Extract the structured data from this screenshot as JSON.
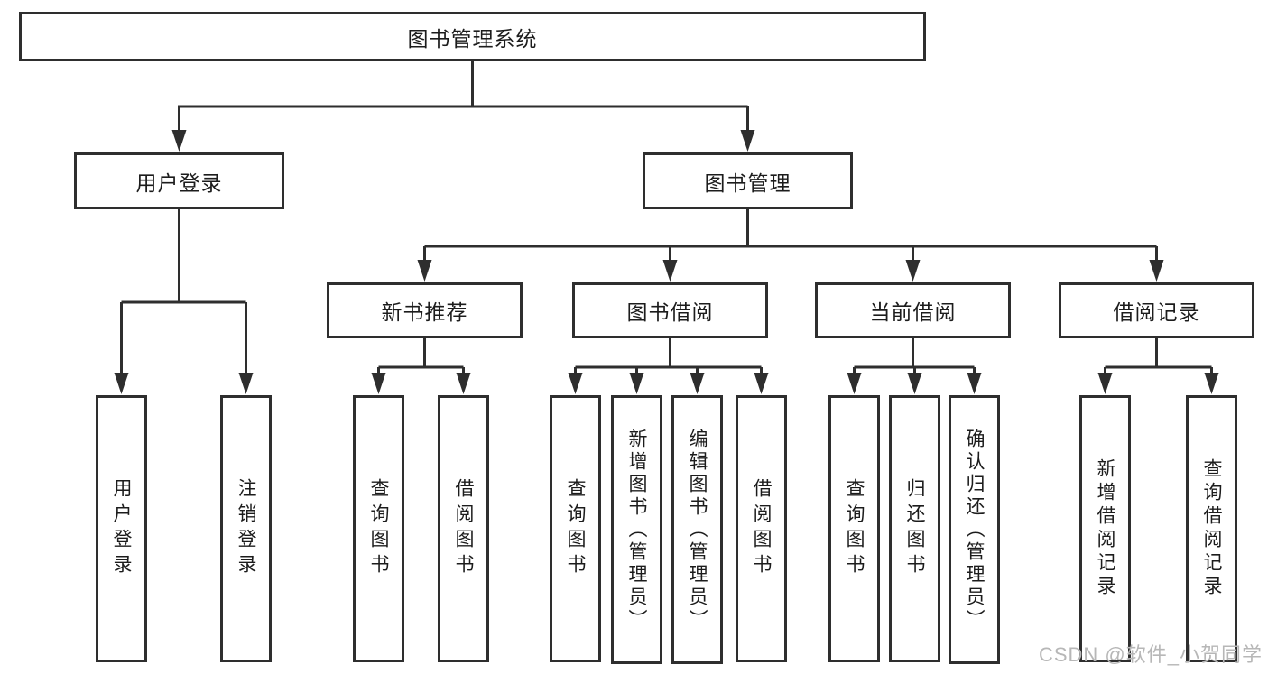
{
  "diagram": {
    "title": "图书管理系统",
    "type": "tree",
    "colors": {
      "line": "#2e2e2e",
      "border": "#2e2e2e",
      "text": "#1c1c1c",
      "watermark": "#b7b7b7",
      "background": "#ffffff"
    },
    "root": {
      "label": "图书管理系统"
    },
    "level2": [
      {
        "id": "user-login",
        "label": "用户登录"
      },
      {
        "id": "book-management",
        "label": "图书管理"
      }
    ],
    "level3": [
      {
        "id": "new-book-recommend",
        "label": "新书推荐",
        "parent": "book-management"
      },
      {
        "id": "book-borrowing",
        "label": "图书借阅",
        "parent": "book-management"
      },
      {
        "id": "current-borrowing",
        "label": "当前借阅",
        "parent": "book-management"
      },
      {
        "id": "borrowing-records",
        "label": "借阅记录",
        "parent": "book-management"
      }
    ],
    "leaves": [
      {
        "id": "user-login-leaf",
        "label": "用户登录",
        "parent": "user-login"
      },
      {
        "id": "logout",
        "label": "注销登录",
        "parent": "user-login"
      },
      {
        "id": "query-books-1",
        "label": "查询图书",
        "parent": "new-book-recommend"
      },
      {
        "id": "borrow-books-1",
        "label": "借阅图书",
        "parent": "new-book-recommend"
      },
      {
        "id": "query-books-2",
        "label": "查询图书",
        "parent": "book-borrowing"
      },
      {
        "id": "add-books-admin",
        "label": "新增图书（管理员）",
        "parent": "book-borrowing"
      },
      {
        "id": "edit-books-admin",
        "label": "编辑图书（管理员）",
        "parent": "book-borrowing"
      },
      {
        "id": "borrow-books-2",
        "label": "借阅图书",
        "parent": "book-borrowing"
      },
      {
        "id": "query-books-3",
        "label": "查询图书",
        "parent": "current-borrowing"
      },
      {
        "id": "return-books",
        "label": "归还图书",
        "parent": "current-borrowing"
      },
      {
        "id": "confirm-return-admin",
        "label": "确认归还（管理员）",
        "parent": "current-borrowing"
      },
      {
        "id": "add-borrow-record",
        "label": "新增借阅记录",
        "parent": "borrowing-records"
      },
      {
        "id": "query-borrow-record",
        "label": "查询借阅记录",
        "parent": "borrowing-records"
      }
    ],
    "watermark": "CSDN @软件_小贺同学"
  }
}
